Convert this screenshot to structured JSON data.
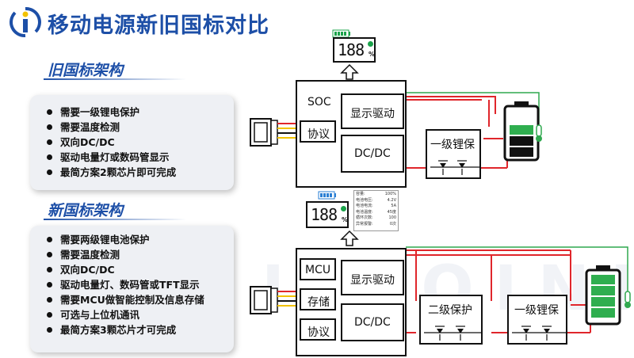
{
  "header": {
    "title": "移动电源新旧国标对比"
  },
  "old_standard": {
    "title": "旧国标架构",
    "bullets": [
      "需要一级锂电保护",
      "需要温度检测",
      "双向DC/DC",
      "驱动电量灯或数码管显示",
      "最简方案2颗芯片即可完成"
    ],
    "diagram": {
      "soc_label": "SOC",
      "protocol_label": "协议",
      "display_driver_label": "显示驱动",
      "dcdc_label": "DC/DC",
      "protection_label": "一级锂保",
      "digit_display": "188",
      "percent_sign": "%"
    }
  },
  "new_standard": {
    "title": "新国标架构",
    "bullets": [
      "需要两级锂电池保护",
      "需要温度检测",
      "双向DC/DC",
      "驱动电量灯、数码管或TFT显示",
      "需要MCU做智能控制及信息存储",
      "可选与上位机通讯",
      "最简方案3颗芯片才可完成"
    ],
    "diagram": {
      "mcu_label": "MCU",
      "storage_label": "存储",
      "protocol_label": "协议",
      "display_driver_label": "显示驱动",
      "dcdc_label": "DC/DC",
      "secondary_protection_label": "二级保护",
      "primary_protection_label": "一级锂保",
      "digit_display": "188",
      "percent_sign": "%",
      "info_panel": [
        {
          "label": "容量:",
          "value": "100%"
        },
        {
          "label": "电池电压:",
          "value": "4.2V"
        },
        {
          "label": "电池电流:",
          "value": "5A"
        },
        {
          "label": "电池温度:",
          "value": "45度"
        },
        {
          "label": "循环次数:",
          "value": "100"
        },
        {
          "label": "异常报警:",
          "value": "0次"
        }
      ]
    }
  },
  "watermark": "INJOINIC",
  "colors": {
    "brand_blue": "#1d4fa7",
    "wire_red": "#e0262b",
    "wire_green": "#2fa84f",
    "wire_yellow": "#f2c200",
    "battery_green": "#2fae4f",
    "lcd_green": "#1aa34a"
  }
}
